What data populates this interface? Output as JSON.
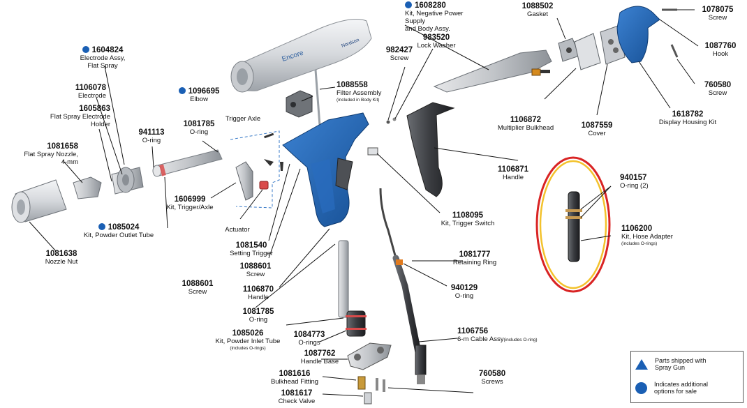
{
  "colors": {
    "blue_part": "#1f63b0",
    "marker_blue": "#1a5fb4",
    "highlight_red": "#d92424",
    "highlight_yellow": "#f3c22c",
    "gray_part": "#c9ccd1"
  },
  "labels": {
    "p1604824": {
      "num": "1604824",
      "text": "Electrode Assy,\nFlat Spray"
    },
    "p1608280": {
      "num": "1608280",
      "text": "Kit, Negative Power Supply\nand Body Assy."
    },
    "p1088502": {
      "num": "1088502",
      "text": "Gasket"
    },
    "p1078075": {
      "num": "1078075",
      "text": "Screw"
    },
    "p983520": {
      "num": "983520",
      "text": "Lock Washer"
    },
    "p982427": {
      "num": "982427",
      "text": "Screw"
    },
    "p1087760": {
      "num": "1087760",
      "text": "Hook"
    },
    "p1106078": {
      "num": "1106078",
      "text": "Electrode"
    },
    "p1096695": {
      "num": "1096695",
      "text": "Elbow"
    },
    "p1088558": {
      "num": "1088558",
      "text": "Filter Assembly",
      "note": "(included in Body Kit)"
    },
    "p760580a": {
      "num": "760580",
      "text": "Screw"
    },
    "p1605863": {
      "num": "1605863",
      "text": "Flat Spray Electrode\nHolder"
    },
    "p1106872": {
      "num": "1106872",
      "text": "Multiplier Bulkhead"
    },
    "p1087559": {
      "num": "1087559",
      "text": "Cover"
    },
    "p1618782": {
      "num": "1618782",
      "text": "Display Housing Kit"
    },
    "p941113": {
      "num": "941113",
      "text": "O-ring"
    },
    "p1081785a": {
      "num": "1081785",
      "text": "O-ring"
    },
    "p1081658": {
      "num": "1081658",
      "text": "Flat Spray Nozzle,\n4-mm"
    },
    "triggerAxle": {
      "text": "Trigger Axle"
    },
    "p1106871": {
      "num": "1106871",
      "text": "Handle"
    },
    "p940157": {
      "num": "940157",
      "text": "O-ring (2)"
    },
    "p1606999": {
      "num": "1606999",
      "text": "Kit, Trigger/Axle"
    },
    "p1108095": {
      "num": "1108095",
      "text": "Kit, Trigger Switch"
    },
    "p1106200": {
      "num": "1106200",
      "text": "Kit, Hose Adapter",
      "note": "(includes O-rings)"
    },
    "p1085024": {
      "num": "1085024",
      "text": "Kit, Powder Outlet Tube"
    },
    "actuator": {
      "text": "Actuator"
    },
    "p1081540": {
      "num": "1081540",
      "text": "Setting Trigger"
    },
    "p1081638": {
      "num": "1081638",
      "text": "Nozzle Nut"
    },
    "p1081777": {
      "num": "1081777",
      "text": "Retaining Ring"
    },
    "p1088601a": {
      "num": "1088601",
      "text": "Screw"
    },
    "p1088601b": {
      "num": "1088601",
      "text": "Screw"
    },
    "p940129": {
      "num": "940129",
      "text": "O-ring"
    },
    "p1106870": {
      "num": "1106870",
      "text": "Handle"
    },
    "p1081785b": {
      "num": "1081785",
      "text": "O-ring"
    },
    "p1106756": {
      "num": "1106756",
      "text": "6-m Cable Assy",
      "note": "(includes O-ring)"
    },
    "p1085026": {
      "num": "1085026",
      "text": "Kit, Powder Inlet Tube",
      "note": "(includes O-rings)"
    },
    "p1084773": {
      "num": "1084773",
      "text": "O-rings"
    },
    "p1087762": {
      "num": "1087762",
      "text": "Handle Base"
    },
    "p760580b": {
      "num": "760580",
      "text": "Screws"
    },
    "p1081616": {
      "num": "1081616",
      "text": "Bulkhead Fitting"
    },
    "p1081617": {
      "num": "1081617",
      "text": "Check Valve"
    }
  },
  "gun_branding": {
    "brand": "Encore",
    "logo": "Nordson"
  },
  "legend": {
    "shipped": "Parts shipped with\nSpray Gun",
    "additional": "Indicates additional\noptions for sale"
  }
}
